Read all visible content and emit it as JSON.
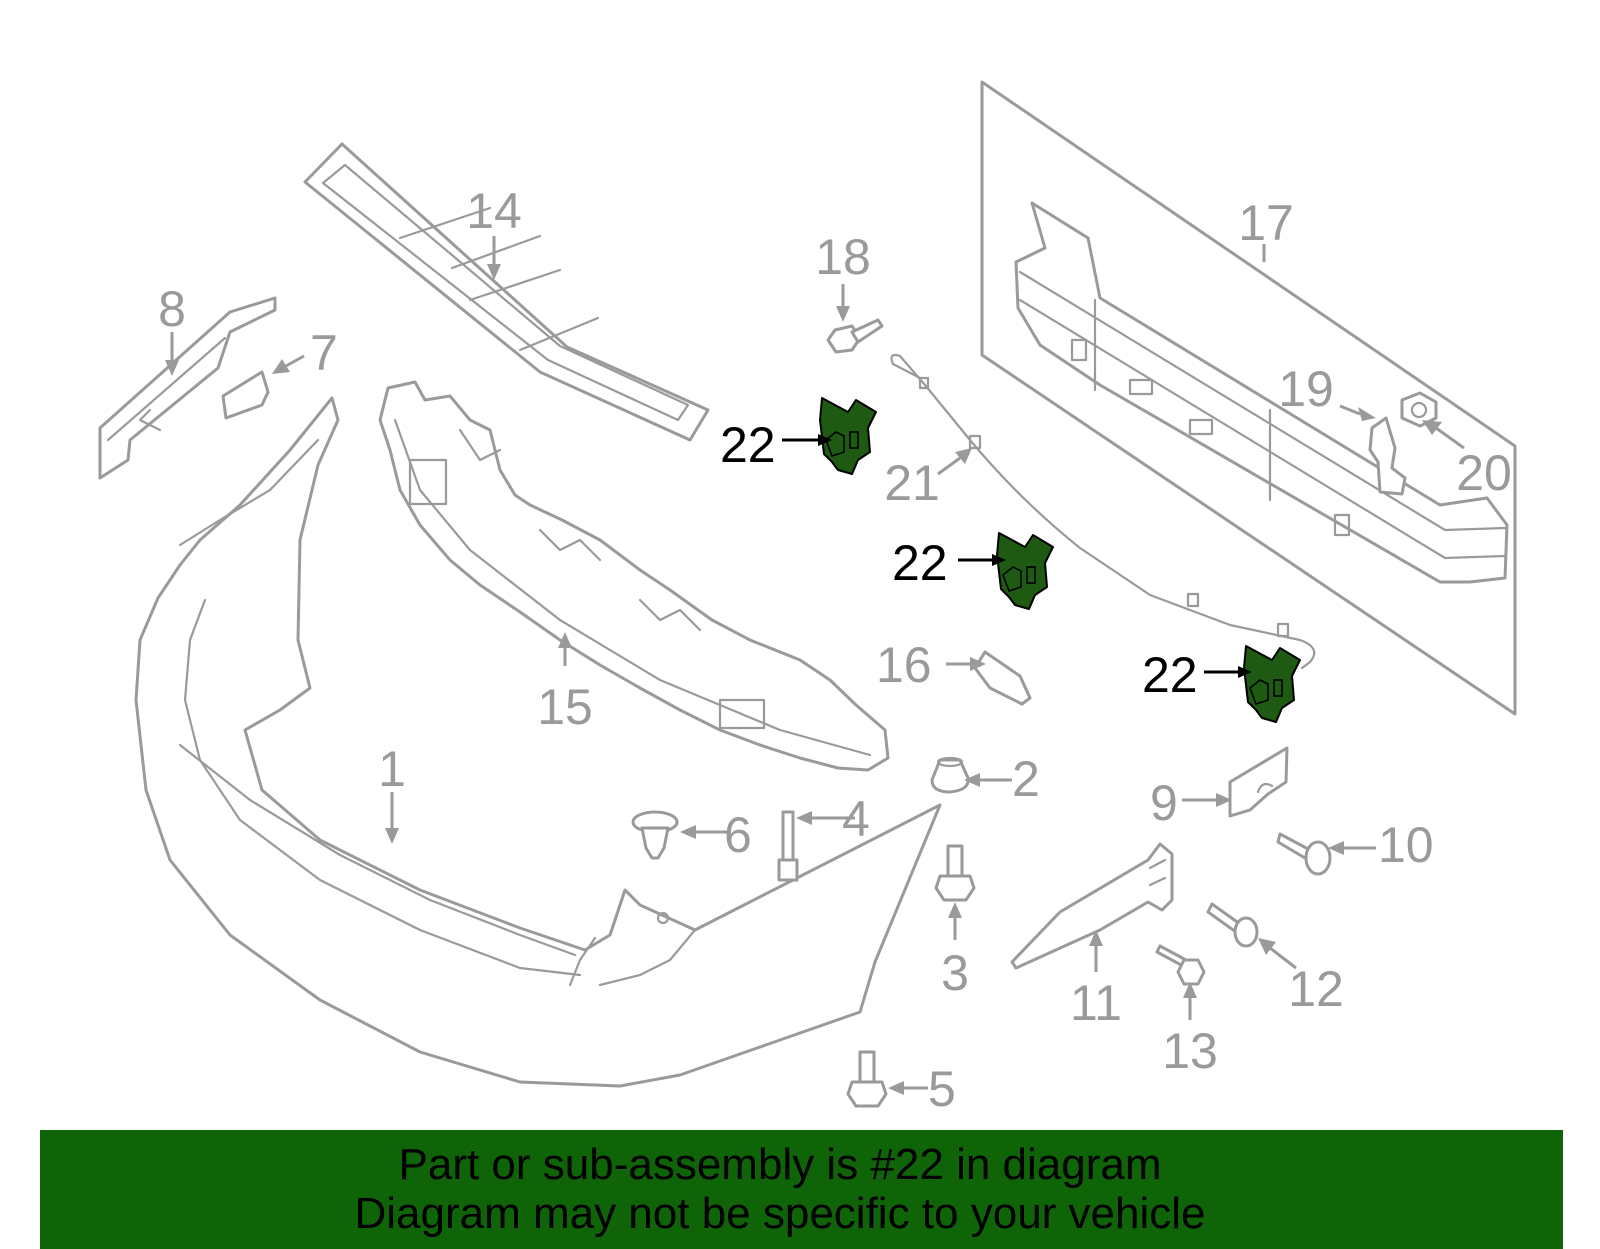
{
  "diagram": {
    "highlight_color": "#0f6408",
    "callouts": {
      "c1": "1",
      "c2": "2",
      "c3": "3",
      "c4": "4",
      "c5": "5",
      "c6": "6",
      "c7": "7",
      "c8": "8",
      "c9": "9",
      "c10": "10",
      "c11": "11",
      "c12": "12",
      "c13": "13",
      "c14": "14",
      "c15": "15",
      "c16": "16",
      "c17": "17",
      "c18": "18",
      "c19": "19",
      "c20": "20",
      "c21": "21",
      "c22a": "22",
      "c22b": "22",
      "c22c": "22"
    }
  },
  "banner": {
    "line1": "Part or sub-assembly is #22 in diagram",
    "line2": "Diagram may not be specific to your vehicle"
  }
}
